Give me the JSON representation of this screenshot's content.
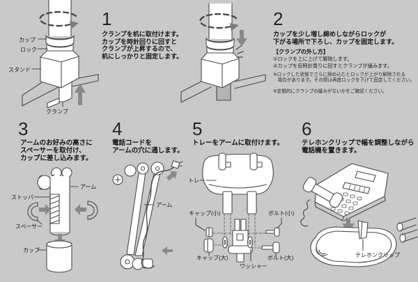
{
  "colors": {
    "background": "#c9c9c9",
    "ink": "#1a1a1a",
    "line_art": "#4a4a4a",
    "arrow_grey": "#8a8a8a",
    "object_fill": "#ffffff",
    "clamp_shade": "#b4b4b4"
  },
  "steps": {
    "step1": {
      "number": "1",
      "text": "クランプを机に取付けます。\nカップを時計回りに回すと\nクランプが上昇するので、\n机にしっかりと固定します。",
      "labels": {
        "cup": "カップ",
        "lock": "ロック",
        "stand": "スタンド",
        "clamp": "クランプ"
      }
    },
    "step2": {
      "number": "2",
      "text": "カップを少し増し締めしながらロックが\n下がる場所で下ろし、カップを固定します。",
      "removal_title": "【クランプの外し方】",
      "removal_steps": "①ロックを上に上げて解除します。\n②カップを反時計周りに回すとクランプが緩みます。",
      "note1": "※ロックした状態でさらに締め込むとロックが上がり解除される\n　場合があります。その際は再度ロックを下げて固定してください。",
      "note2": "※定期的にクランプの緩みがないかをご確認ください。"
    },
    "step3": {
      "number": "3",
      "text": "アームのお好みの高さに\nスペーサーを取付け、\nカップに差し込みます。",
      "labels": {
        "arm": "アーム",
        "stopper": "ストッパー",
        "spacer": "スペーサー",
        "cup": "カップ"
      }
    },
    "step4": {
      "number": "4",
      "text": "電話コードを\nアームの穴に通します。",
      "labels": {
        "arm": "アーム"
      }
    },
    "step5": {
      "number": "5",
      "text": "トレーをアームに取付けます。",
      "labels": {
        "tray": "トレー",
        "cap_small": "キャップ(小)",
        "bolt_small": "ボルト(小)",
        "cap_large": "キャップ(大)",
        "bolt_large": "ボルト(大)",
        "washer": "ワッシャー"
      }
    },
    "step6": {
      "number": "6",
      "text": "テレホンクリップで幅を調整しながら\n電話機を置きます。",
      "labels": {
        "phone_clip": "テレホンクリップ"
      }
    }
  }
}
